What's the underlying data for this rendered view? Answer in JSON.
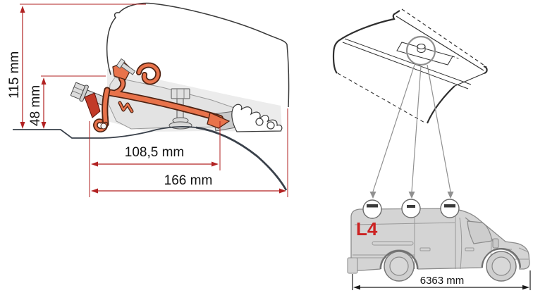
{
  "colors": {
    "dimension_line": "#B22222",
    "bracket_orange": "#E8734B",
    "bracket_outline": "#4E2212",
    "clamp_red": "#C23A28",
    "van_body": "#D4D4D4",
    "van_label_red": "#CC2222",
    "outline_dark": "#3A3A3A"
  },
  "cross_section": {
    "dim_total_height": "115 mm",
    "dim_bracket_height": "48 mm",
    "dim_inner_width": "108,5 mm",
    "dim_total_width": "166 mm"
  },
  "roof_view": {
    "icons": {
      "detail_callout": "magnifier-circle"
    }
  },
  "van_view": {
    "model_label": "L4",
    "overall_length": "6363 mm",
    "mount_count": 3
  }
}
